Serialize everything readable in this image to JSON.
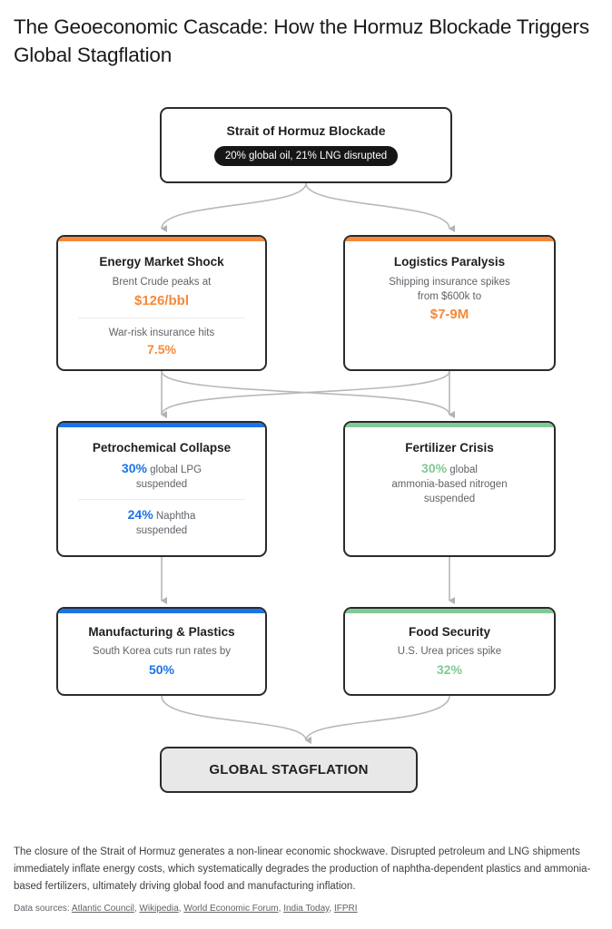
{
  "title": "The Geoeconomic Cascade: How the Hormuz Blockade Triggers Global Stagflation",
  "colors": {
    "orange": "#f5893a",
    "blue": "#1a73e8",
    "green": "#81c995",
    "connector": "#b3b3b3",
    "border": "#2b2b2b",
    "final_bg": "#e8e8e8"
  },
  "nodes": {
    "origin": {
      "title": "Strait of Hormuz Blockade",
      "badge": "20% global oil, 21% LNG disrupted"
    },
    "energy": {
      "title": "Energy Market Shock",
      "stat1_label": "Brent Crude peaks at",
      "stat1_value": "$126/bbl",
      "stat2_label": "War-risk insurance hits",
      "stat2_value": "7.5%"
    },
    "logistics": {
      "title": "Logistics Paralysis",
      "stat_label_line1": "Shipping insurance spikes",
      "stat_label_line2": "from $600k to",
      "stat_value": "$7-9M"
    },
    "petrochemical": {
      "title": "Petrochemical Collapse",
      "stat1_value": "30%",
      "stat1_label": " global LPG",
      "stat1_label2": "suspended",
      "stat2_value": "24%",
      "stat2_label": " Naphtha",
      "stat2_label2": "suspended"
    },
    "fertilizer": {
      "title": "Fertilizer Crisis",
      "stat_value": "30%",
      "stat_label": " global",
      "stat_label2": "ammonia-based nitrogen",
      "stat_label3": "suspended"
    },
    "manufacturing": {
      "title": "Manufacturing & Plastics",
      "stat_label": "South Korea cuts run rates by",
      "stat_value": "50%"
    },
    "food": {
      "title": "Food Security",
      "stat_label": "U.S. Urea prices spike",
      "stat_value": "32%"
    },
    "final": {
      "title": "GLOBAL STAGFLATION"
    }
  },
  "footer": {
    "description": "The closure of the Strait of Hormuz generates a non-linear economic shockwave. Disrupted petroleum and LNG shipments immediately inflate energy costs, which systematically degrades the production of naphtha-dependent plastics and ammonia-based fertilizers, ultimately driving global food and manufacturing inflation.",
    "sources_label": "Data sources: ",
    "sources": [
      "Atlantic Council",
      "Wikipedia",
      "World Economic Forum",
      "India Today",
      "IFPRI"
    ]
  }
}
